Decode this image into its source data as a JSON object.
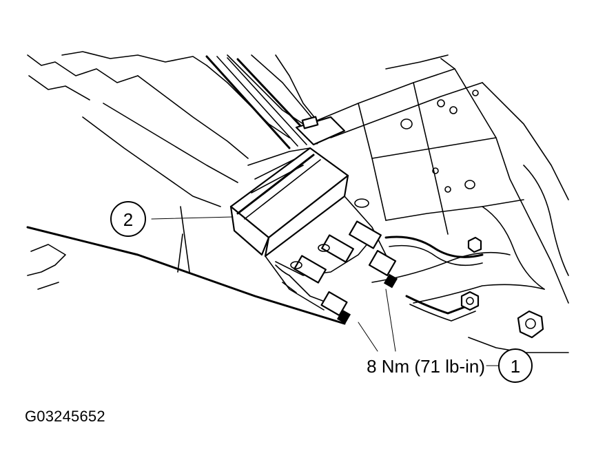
{
  "callouts": [
    {
      "number": "1",
      "text": "8 Nm (71 lb-in)"
    },
    {
      "number": "2",
      "text": ""
    }
  ],
  "figure_id": "G03245652",
  "icons": [
    "component-callout-circle",
    "leader-line"
  ]
}
